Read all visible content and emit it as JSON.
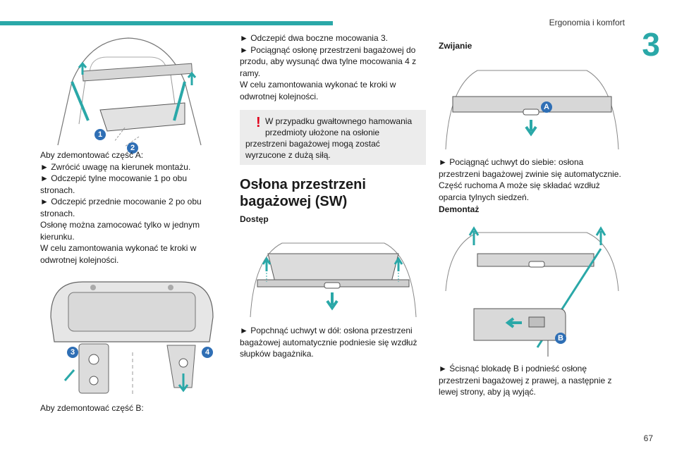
{
  "header": {
    "section": "Ergonomia i komfort",
    "chapter_number": "3"
  },
  "page_number": "67",
  "col1": {
    "lines": [
      "Aby zdemontować część A:",
      "► Zwrócić uwagę na kierunek montażu.",
      "► Odczepić tylne mocowanie 1 po obu",
      "stronach.",
      "► Odczepić przednie mocowanie 2 po obu",
      "stronach.",
      "Osłonę można zamocować tylko w jednym",
      "kierunku.",
      "W celu zamontowania wykonać te kroki w",
      "odwrotnej kolejności."
    ],
    "caption_b": "Aby zdemontować część B:"
  },
  "col2": {
    "lines": [
      "► Odczepić dwa boczne mocowania 3.",
      "► Pociągnąć osłonę przestrzeni bagażowej do",
      "przodu, aby wysunąć dwa tylne mocowania 4 z",
      "ramy.",
      "W celu zamontowania wykonać te kroki w",
      "odwrotnej kolejności."
    ],
    "warning": {
      "icon": "exclamation-icon",
      "lines": [
        "W przypadku gwałtownego hamowania",
        "przedmioty ułożone na osłonie",
        "przestrzeni bagażowej mogą zostać",
        "wyrzucone z dużą siłą."
      ]
    },
    "heading": [
      "Osłona przestrzeni",
      "bagażowej (SW)"
    ],
    "subheading": "Dostęp",
    "access_lines": [
      "► Popchnąć uchwyt w dół: osłona przestrzeni",
      "bagażowej automatycznie podniesie się wzdłuż",
      "słupków bagażnika."
    ]
  },
  "col3": {
    "subheading1": "Zwijanie",
    "roll_lines": [
      "► Pociągnąć uchwyt do siebie: osłona",
      "przestrzeni bagażowej zwinie się automatycznie.",
      "Część ruchoma A może się składać wzdłuż",
      "oparcia tylnych siedzeń."
    ],
    "subheading2": "Demontaż",
    "remove_lines": [
      "► Ścisnąć blokadę B i podnieść osłonę",
      "przestrzeni bagażowej z prawej, a następnie z",
      "lewej strony, aby ją wyjąć."
    ]
  },
  "labels": {
    "one": "1",
    "two": "2",
    "three": "3",
    "four": "4",
    "a": "A",
    "b": "B"
  },
  "colors": {
    "accent": "#2aa8a8",
    "callout": "#2f6fb5",
    "warning": "#e0001a"
  }
}
